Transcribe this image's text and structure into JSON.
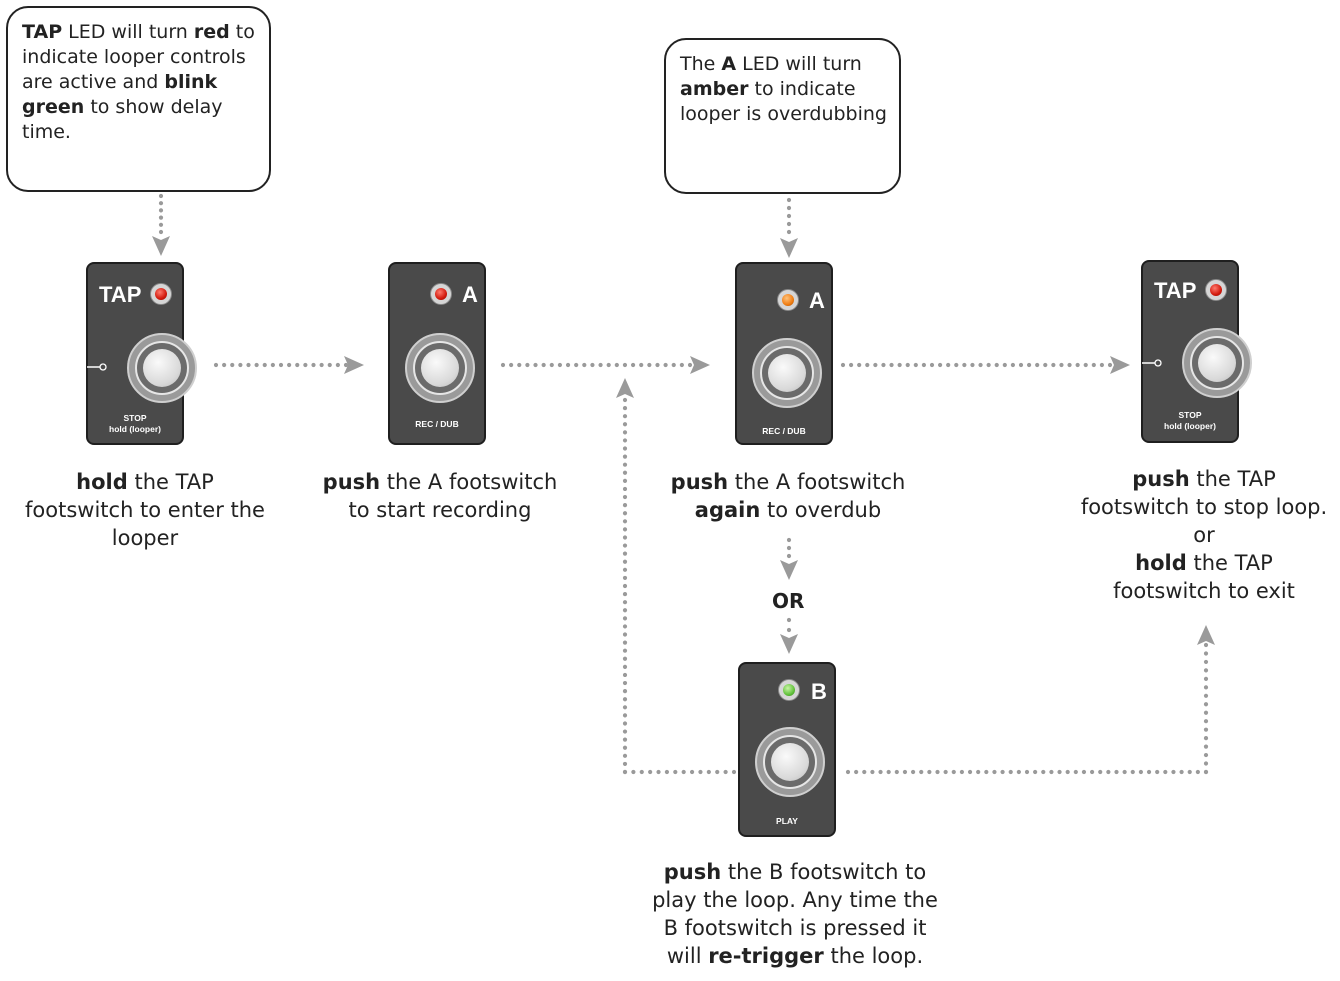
{
  "callouts": {
    "tap": [
      {
        "text": "TAP",
        "bold": true
      },
      {
        "text": " LED will turn "
      },
      {
        "text": "red",
        "bold": true
      },
      {
        "text": " to indicate looper controls are active and "
      },
      {
        "text": "blink green",
        "bold": true
      },
      {
        "text": " to show delay time."
      }
    ],
    "a": [
      {
        "text": "The "
      },
      {
        "text": "A",
        "bold": true
      },
      {
        "text": " LED will turn "
      },
      {
        "text": "amber",
        "bold": true
      },
      {
        "text": " to indicate looper is overdubbing"
      }
    ]
  },
  "pedals": {
    "tap1": {
      "name": "TAP",
      "func_line1": "STOP",
      "func_line2": "hold (looper)",
      "led": "red"
    },
    "a1": {
      "name": "A",
      "func_line1": "REC / DUB",
      "led": "red"
    },
    "a2": {
      "name": "A",
      "func_line1": "REC / DUB",
      "led": "amber"
    },
    "tap2": {
      "name": "TAP",
      "func_line1": "STOP",
      "func_line2": "hold (looper)",
      "led": "red"
    },
    "b": {
      "name": "B",
      "func_line1": "PLAY",
      "led": "green"
    }
  },
  "captions": {
    "step1": [
      {
        "text": "hold",
        "bold": true
      },
      {
        "text": " the TAP"
      },
      {
        "br": true
      },
      {
        "text": "footswitch to enter the"
      },
      {
        "br": true
      },
      {
        "text": "looper"
      }
    ],
    "step2": [
      {
        "text": "push",
        "bold": true
      },
      {
        "text": " the A footswitch"
      },
      {
        "br": true
      },
      {
        "text": "to start recording"
      }
    ],
    "step3": [
      {
        "text": "push",
        "bold": true
      },
      {
        "text": " the A footswitch"
      },
      {
        "br": true
      },
      {
        "text": "again",
        "bold": true
      },
      {
        "text": " to overdub"
      }
    ],
    "step4": [
      {
        "text": "push",
        "bold": true
      },
      {
        "text": " the TAP"
      },
      {
        "br": true
      },
      {
        "text": "footswitch to stop loop."
      },
      {
        "br": true
      },
      {
        "text": "or"
      },
      {
        "br": true
      },
      {
        "text": "hold",
        "bold": true
      },
      {
        "text": " the TAP"
      },
      {
        "br": true
      },
      {
        "text": "footswitch to exit"
      }
    ],
    "step5": [
      {
        "text": "push",
        "bold": true
      },
      {
        "text": " the B footswitch to"
      },
      {
        "br": true
      },
      {
        "text": "play the loop. Any time the"
      },
      {
        "br": true
      },
      {
        "text": "B footswitch is pressed it"
      },
      {
        "br": true
      },
      {
        "text": "will "
      },
      {
        "text": "re-trigger",
        "bold": true
      },
      {
        "text": " the loop."
      }
    ]
  },
  "or_label": "OR",
  "colors": {
    "led_red": "#d21a0d",
    "led_amber": "#f07d12",
    "led_green": "#62c23c",
    "pedal_body": "#4a4a4a",
    "arrow": "#9a9a9a"
  }
}
